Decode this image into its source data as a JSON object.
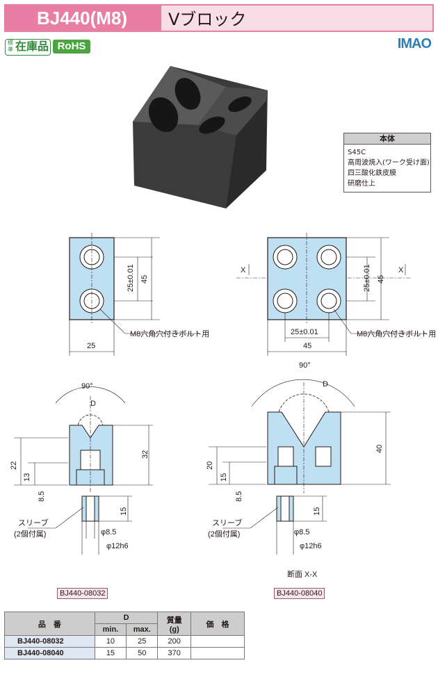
{
  "header": {
    "code": "BJ440(M8)",
    "name": "Vブロック"
  },
  "badges": {
    "standard": "標準",
    "stock": "在庫品",
    "rohs": "RoHS"
  },
  "brand": {
    "logo": "IMAO"
  },
  "colors": {
    "header_pink": "#e87ea3",
    "header_light": "#f8dde6",
    "part_blue": "#bfe0f2",
    "stock_green": "#2f8a3c"
  },
  "material": {
    "title": "本体",
    "lines": [
      "S45C",
      "高周波焼入(ワーク受け面)",
      "四三酸化鉄皮膜",
      "研磨仕上"
    ]
  },
  "drawings": {
    "left_plan": {
      "dim_pitch": "25±0.01",
      "dim_total": "45",
      "dim_width": "25",
      "note": "M8六角穴付きボルト用"
    },
    "right_plan": {
      "section_mark": "X",
      "dim_pitch": "25±0.01",
      "dim_total": "45",
      "dim_pitch_h": "25±0.01",
      "dim_width": "45",
      "note": "M8六角穴付きボルト用"
    },
    "left_section": {
      "angle": "90°",
      "dia": "D",
      "h22": "22",
      "h13": "13",
      "h32": "32",
      "h85": "8.5",
      "part_no": "BJ440-08032"
    },
    "right_section": {
      "angle": "90°",
      "dia": "D",
      "h20": "20",
      "h15": "15",
      "h40": "40",
      "h85": "8.5",
      "caption": "断面 X-X",
      "part_no": "BJ440-08040"
    },
    "sleeve": {
      "label": "スリーブ",
      "note": "(2個付属)",
      "len": "15",
      "d_in": "φ8.5",
      "d_out": "φ12h6"
    }
  },
  "table": {
    "headers": {
      "code": "品　番",
      "d": "D",
      "min": "min.",
      "max": "max.",
      "mass": "質量",
      "mass_unit": "(g)",
      "price": "価　格"
    },
    "rows": [
      {
        "code": "BJ440-08032",
        "min": "10",
        "max": "25",
        "mass": "200",
        "price": ""
      },
      {
        "code": "BJ440-08040",
        "min": "15",
        "max": "50",
        "mass": "370",
        "price": ""
      }
    ]
  }
}
